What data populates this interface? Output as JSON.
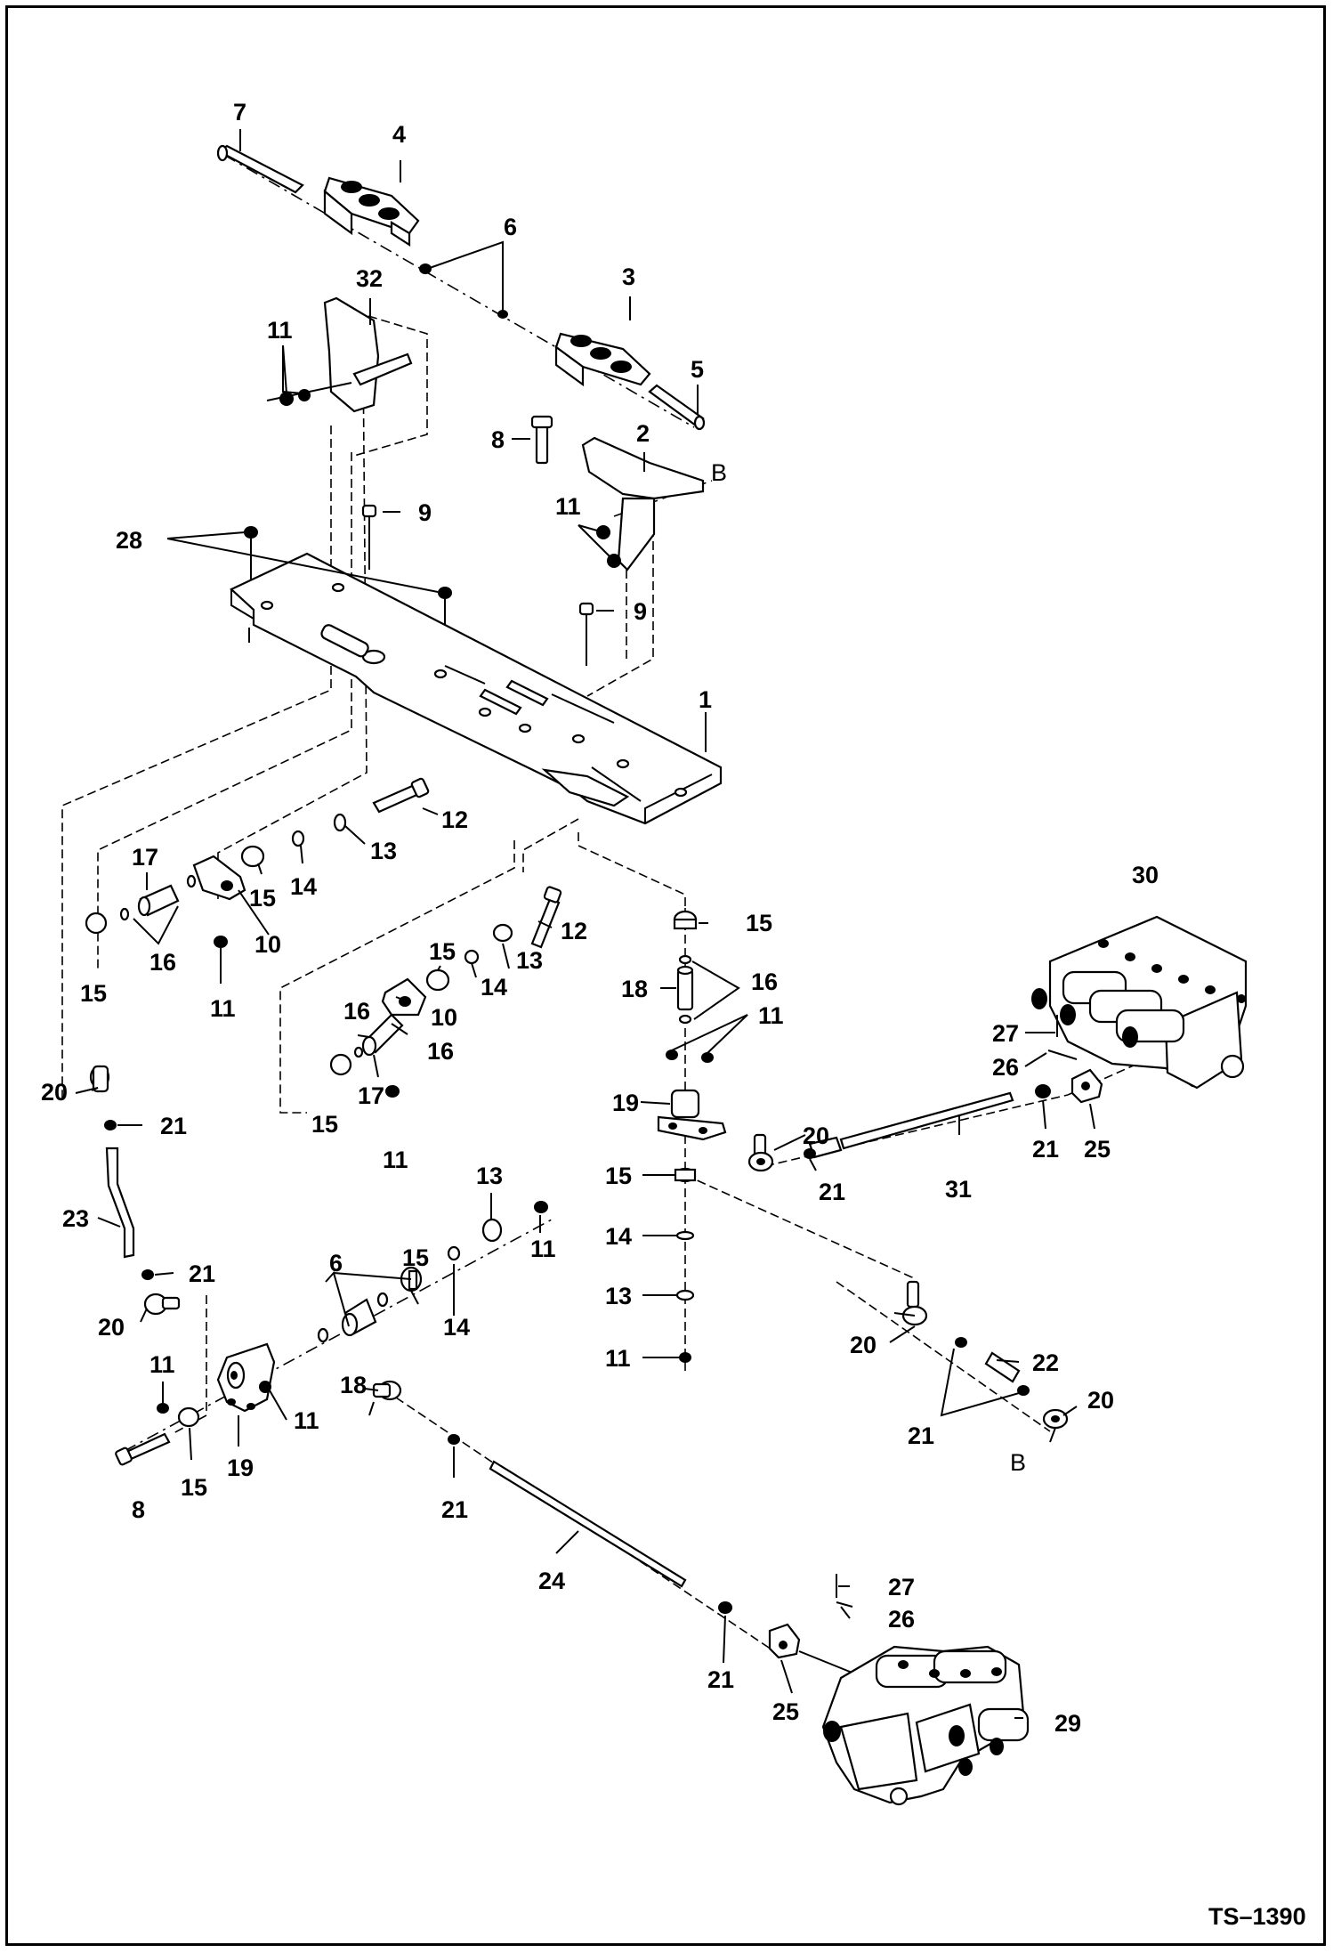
{
  "callouts": [
    {
      "text": "7"
    },
    {
      "text": "4"
    },
    {
      "text": "6"
    },
    {
      "text": "32"
    },
    {
      "text": "3"
    },
    {
      "text": "11"
    },
    {
      "text": "5"
    },
    {
      "text": "8"
    },
    {
      "text": "2"
    },
    {
      "text": "B"
    },
    {
      "text": "9"
    },
    {
      "text": "28"
    },
    {
      "text": "11"
    },
    {
      "text": "9"
    },
    {
      "text": "1"
    },
    {
      "text": "12"
    },
    {
      "text": "17"
    },
    {
      "text": "13"
    },
    {
      "text": "15"
    },
    {
      "text": "14"
    },
    {
      "text": "16"
    },
    {
      "text": "10"
    },
    {
      "text": "15"
    },
    {
      "text": "11"
    },
    {
      "text": "12"
    },
    {
      "text": "15"
    },
    {
      "text": "13"
    },
    {
      "text": "14"
    },
    {
      "text": "16"
    },
    {
      "text": "10"
    },
    {
      "text": "16"
    },
    {
      "text": "15"
    },
    {
      "text": "17"
    },
    {
      "text": "11"
    },
    {
      "text": "15"
    },
    {
      "text": "18"
    },
    {
      "text": "16"
    },
    {
      "text": "11"
    },
    {
      "text": "30"
    },
    {
      "text": "27"
    },
    {
      "text": "26"
    },
    {
      "text": "19"
    },
    {
      "text": "20"
    },
    {
      "text": "21"
    },
    {
      "text": "31"
    },
    {
      "text": "21"
    },
    {
      "text": "25"
    },
    {
      "text": "15"
    },
    {
      "text": "14"
    },
    {
      "text": "13"
    },
    {
      "text": "11"
    },
    {
      "text": "20"
    },
    {
      "text": "21"
    },
    {
      "text": "23"
    },
    {
      "text": "21"
    },
    {
      "text": "20"
    },
    {
      "text": "6"
    },
    {
      "text": "15"
    },
    {
      "text": "13"
    },
    {
      "text": "11"
    },
    {
      "text": "14"
    },
    {
      "text": "11"
    },
    {
      "text": "18"
    },
    {
      "text": "11"
    },
    {
      "text": "8"
    },
    {
      "text": "15"
    },
    {
      "text": "19"
    },
    {
      "text": "21"
    },
    {
      "text": "24"
    },
    {
      "text": "20"
    },
    {
      "text": "22"
    },
    {
      "text": "21"
    },
    {
      "text": "20"
    },
    {
      "text": "B"
    },
    {
      "text": "27"
    },
    {
      "text": "26"
    },
    {
      "text": "21"
    },
    {
      "text": "25"
    },
    {
      "text": "29"
    }
  ],
  "drawing_number": "TS–1390"
}
